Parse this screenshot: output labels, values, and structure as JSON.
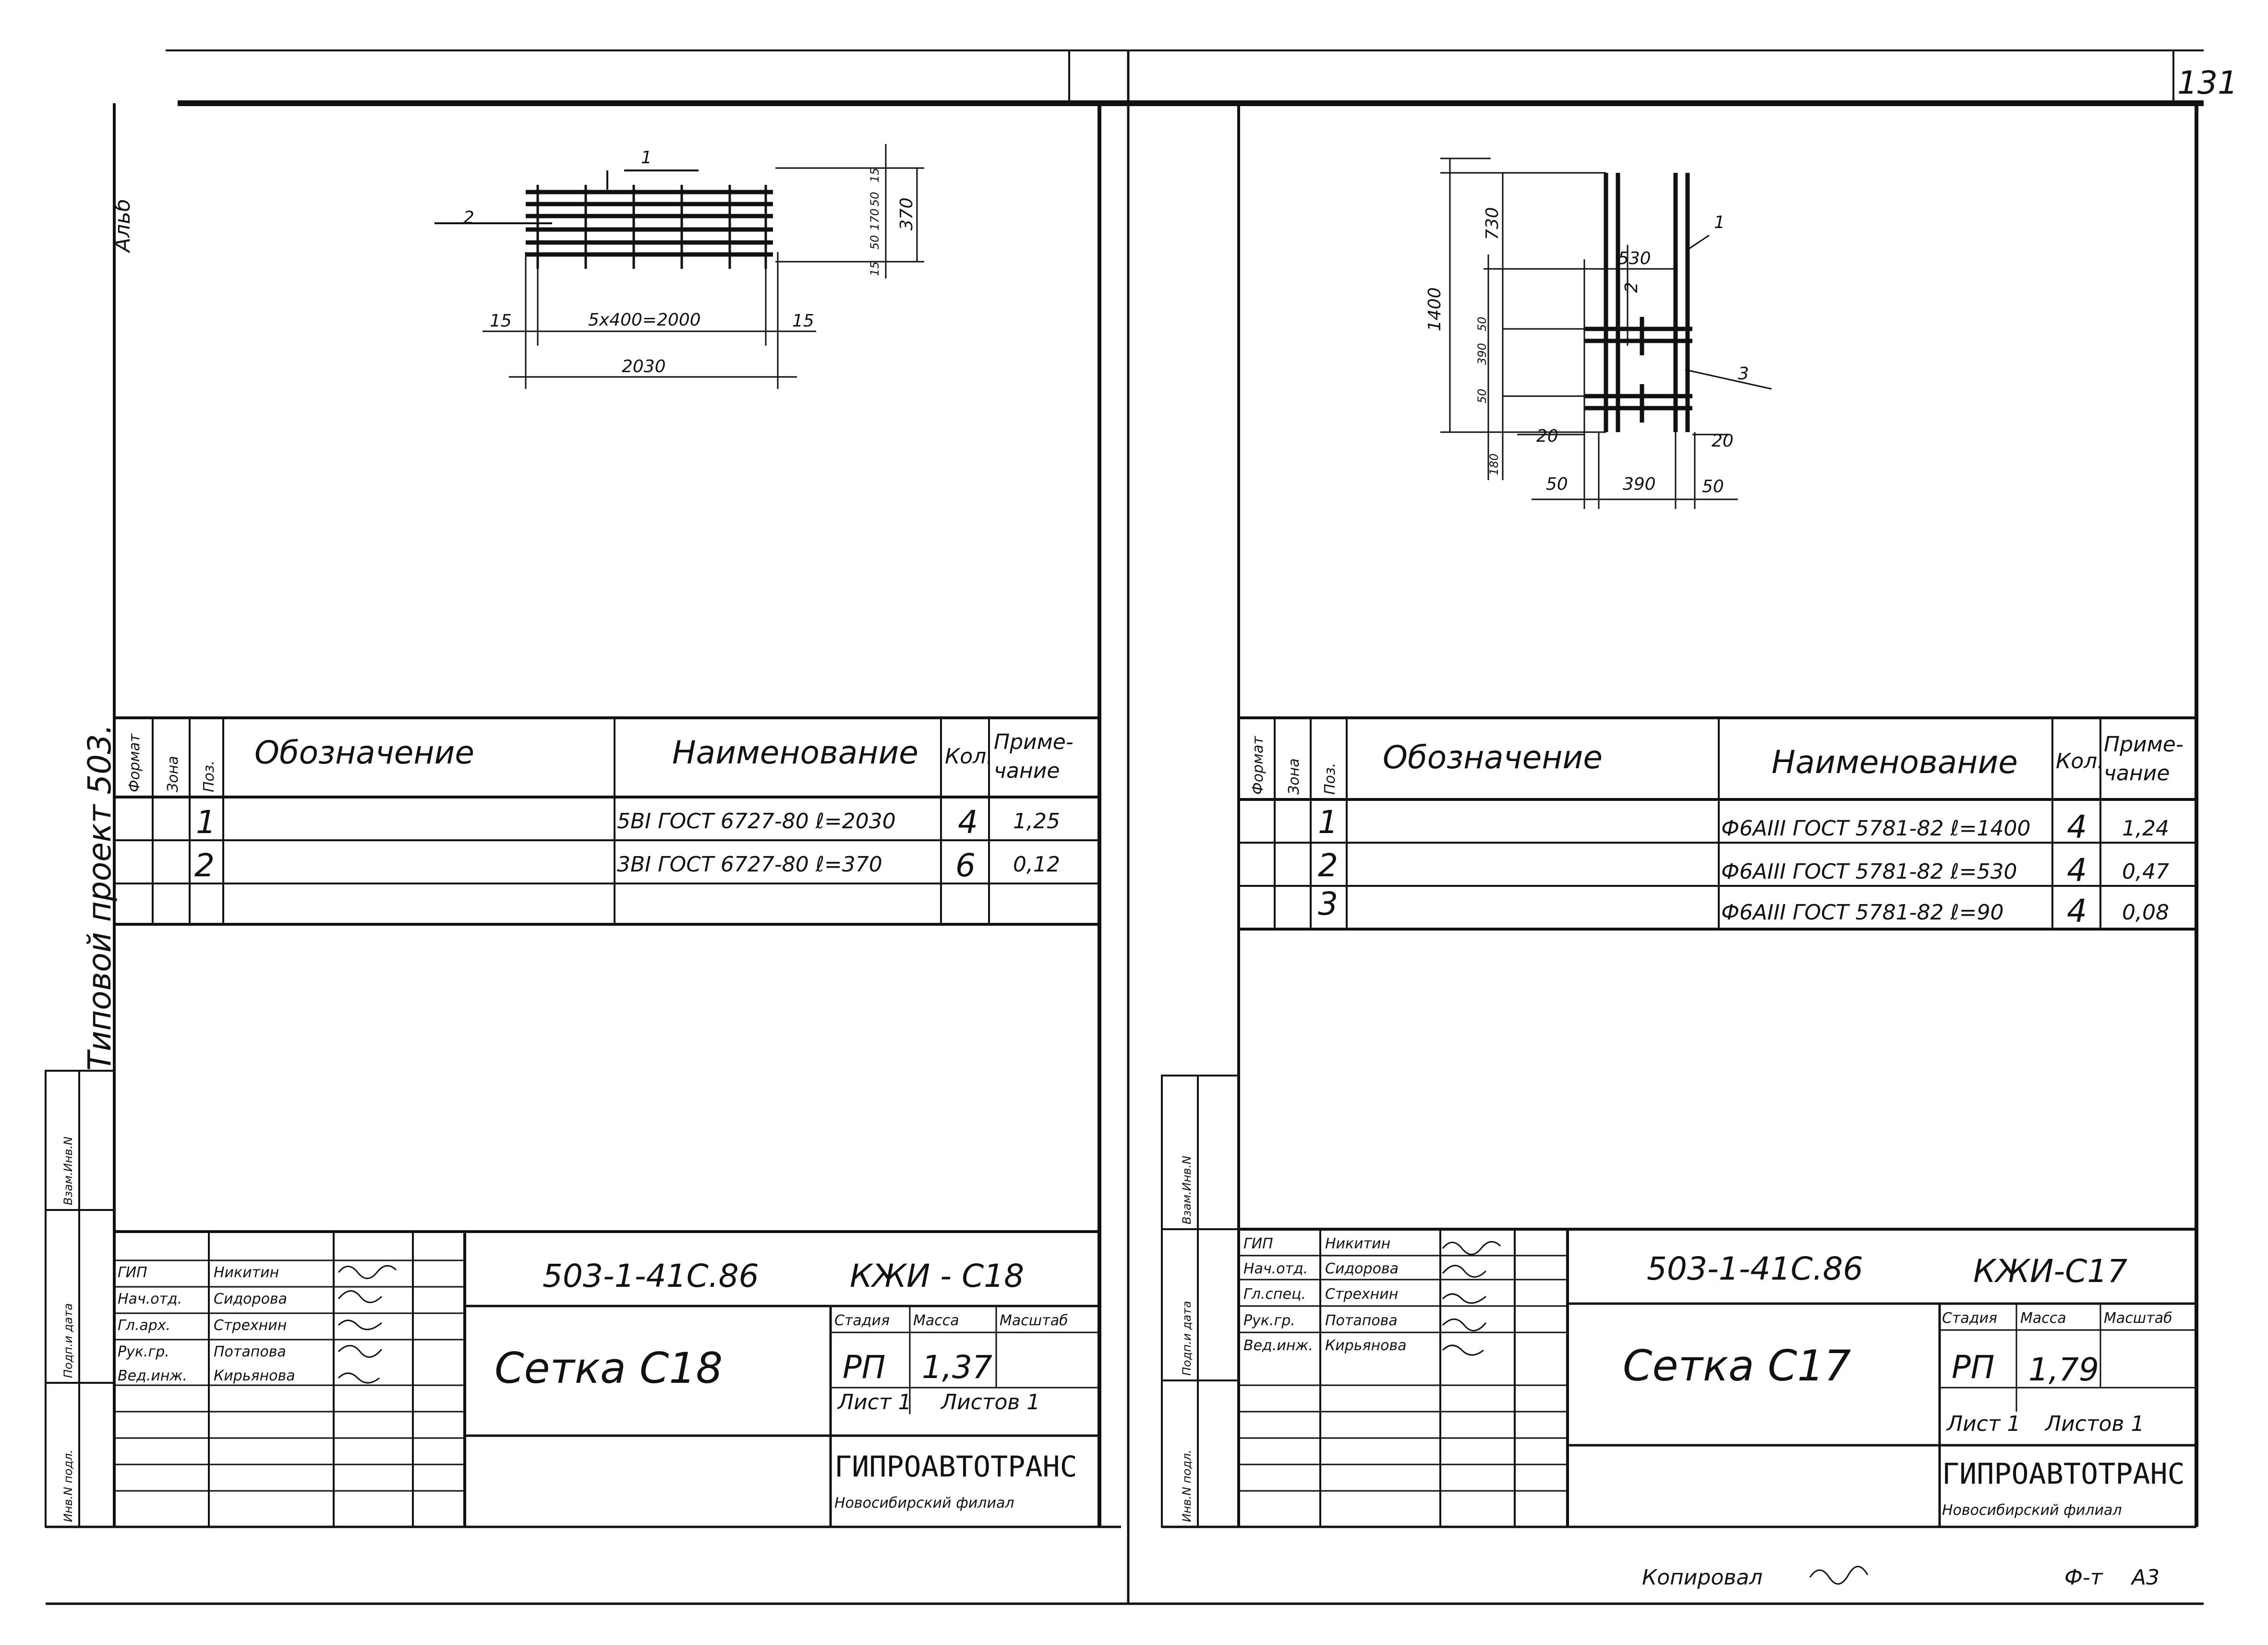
{
  "page": {
    "sheet_number": "131",
    "side_note": "Альб",
    "project_label": "Типовой проект 503."
  },
  "side_stamp": {
    "left": [
      "Инв.N подл.",
      "Подп.и дата",
      "Взам.Инв.N"
    ]
  },
  "sheets": [
    {
      "callouts": [
        "1",
        "2"
      ],
      "dims": [
        "15",
        "5x400=2000",
        "15",
        "2030",
        "15",
        "50",
        "170",
        "50",
        "15",
        "370"
      ],
      "spec_headers": [
        "Формат",
        "Зона",
        "Поз.",
        "Обозначение",
        "Наименование",
        "Кол.",
        "Приме-",
        "чание"
      ],
      "spec_rows": [
        {
          "pos": "1",
          "name": "5ВI ГОСТ 6727-80 ℓ=2030",
          "qty": "4",
          "note": "1,25"
        },
        {
          "pos": "2",
          "name": "3ВI ГОСТ 6727-80 ℓ=370",
          "qty": "6",
          "note": "0,12"
        }
      ],
      "staff_roles": [
        "ГИП",
        "Нач.отд.",
        "Гл.арх.",
        "Рук.гр.",
        "Вед.инж."
      ],
      "staff_names": [
        "Никитин",
        "Сидорова",
        "Стрехнин",
        "Потапова",
        "Кирьянова"
      ],
      "doc_code": "503-1-41С.86",
      "doc_mark": "КЖИ - С18",
      "title": "Сетка С18",
      "col_stage": "Стадия",
      "col_mass": "Масса",
      "col_scale": "Масштаб",
      "stage": "РП",
      "mass": "1,37",
      "sheet": "Лист 1",
      "sheets": "Листов 1",
      "org": "ГИПРОАВТОТРАНС",
      "branch": "Новосибирский филиал"
    },
    {
      "callouts": [
        "1",
        "2",
        "3"
      ],
      "dims": [
        "1400",
        "730",
        "530",
        "50",
        "390",
        "50",
        "180",
        "20",
        "20",
        "50",
        "390",
        "50"
      ],
      "spec_headers": [
        "Формат",
        "Зона",
        "Поз.",
        "Обозначение",
        "Наименование",
        "Кол.",
        "Приме-",
        "чание"
      ],
      "spec_rows": [
        {
          "pos": "1",
          "name": "Ф6АIII ГОСТ 5781-82 ℓ=1400",
          "qty": "4",
          "note": "1,24"
        },
        {
          "pos": "2",
          "name": "Ф6АIII ГОСТ 5781-82 ℓ=530",
          "qty": "4",
          "note": "0,47"
        },
        {
          "pos": "3",
          "name": "Ф6АIII ГОСТ 5781-82 ℓ=90",
          "qty": "4",
          "note": "0,08"
        }
      ],
      "staff_roles": [
        "ГИП",
        "Нач.отд.",
        "Гл.спец.",
        "Рук.гр.",
        "Вед.инж."
      ],
      "staff_names": [
        "Никитин",
        "Сидорова",
        "Стрехнин",
        "Потапова",
        "Кирьянова"
      ],
      "doc_code": "503-1-41С.86",
      "doc_mark": "КЖИ-С17",
      "title": "Сетка С17",
      "col_stage": "Стадия",
      "col_mass": "Масса",
      "col_scale": "Масштаб",
      "stage": "РП",
      "mass": "1,79",
      "sheet": "Лист 1",
      "sheets": "Листов 1",
      "org": "ГИПРОАВТОТРАНС",
      "branch": "Новосибирский филиал"
    }
  ],
  "footer": {
    "copied_label": "Копировал",
    "format": "Ф-т",
    "format_value": "А3"
  }
}
